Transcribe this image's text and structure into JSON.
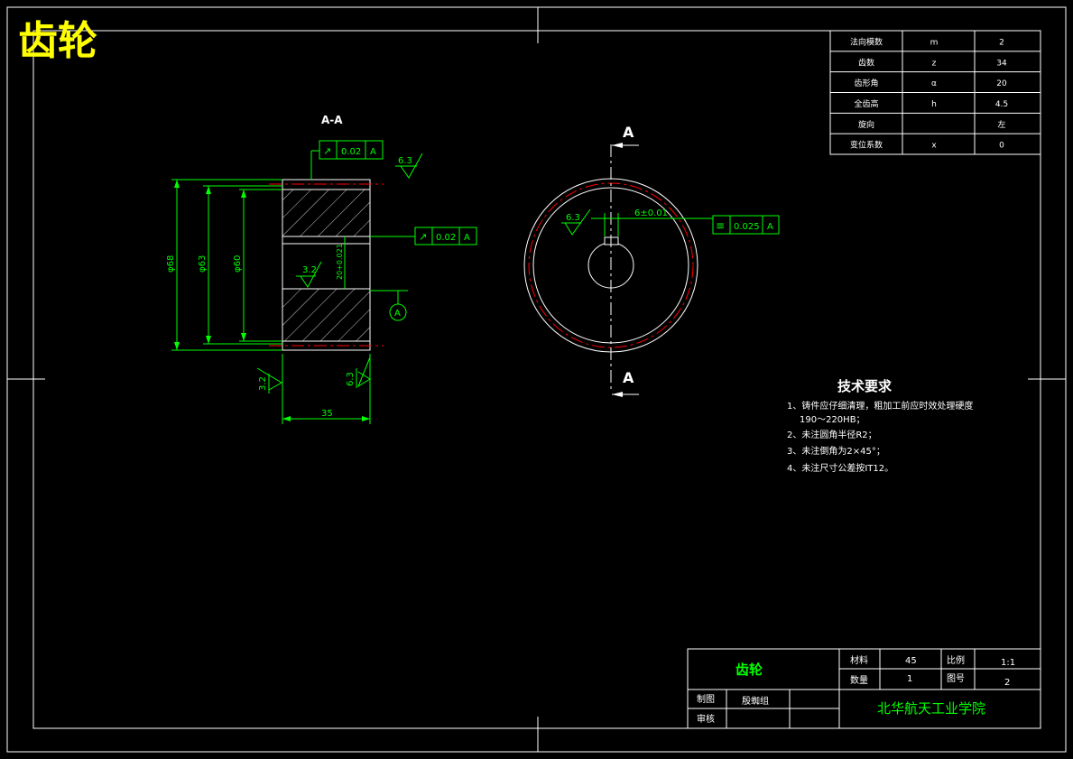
{
  "title": "齿轮",
  "section_label": "A-A",
  "cut_marker": "A",
  "datum_label": "A",
  "params_table": [
    {
      "name": "法向模数",
      "symbol": "m",
      "value": "2"
    },
    {
      "name": "齿数",
      "symbol": "z",
      "value": "34"
    },
    {
      "name": "齿形角",
      "symbol": "α",
      "value": "20"
    },
    {
      "name": "全齿高",
      "symbol": "h",
      "value": "4.5"
    },
    {
      "name": "旋向",
      "symbol": "",
      "value": "左"
    },
    {
      "name": "变位系数",
      "symbol": "x",
      "value": "0"
    }
  ],
  "left_view": {
    "gdt_top": {
      "symbol": "↗",
      "value": "0.02",
      "datum": "A"
    },
    "gdt_mid": {
      "symbol": "↗",
      "value": "0.02",
      "datum": "A"
    },
    "rough_top": "6.3",
    "rough_mid": "3.2",
    "rough_bl": "3.2",
    "rough_br": "6.3",
    "dim_d68": "φ68",
    "dim_d63": "φ63",
    "dim_d60": "φ60",
    "dim_bore": "20+0.021",
    "dim_width": "35"
  },
  "right_view": {
    "rough": "6.3",
    "keyway_dim": "6±0.01",
    "gdt": {
      "symbol": "≡",
      "value": "0.025",
      "datum": "A"
    }
  },
  "tech_req": {
    "heading": "技术要求",
    "lines": [
      "1、铸件应仔细清理，粗加工前应时效处理硬度",
      "190～220HB；",
      "2、未注圆角半径R2；",
      "3、未注倒角为2×45°；",
      "4、未注尺寸公差按IT12。"
    ]
  },
  "title_block": {
    "part_name": "齿轮",
    "material_label": "材料",
    "material": "45",
    "scale_label": "比例",
    "scale": "1:1",
    "qty_label": "数量",
    "qty": "1",
    "drawing_no_label": "图号",
    "drawing_no": "2",
    "drawn_label": "制图",
    "drawn_by": "殷蜘组",
    "checked_label": "审核",
    "checked_by": "",
    "school": "北华航天工业学院"
  },
  "colors": {
    "background": "#000000",
    "line_white": "#ffffff",
    "line_green": "#00ff00",
    "center_red": "#ff0000",
    "title_yellow": "#ffff00"
  }
}
